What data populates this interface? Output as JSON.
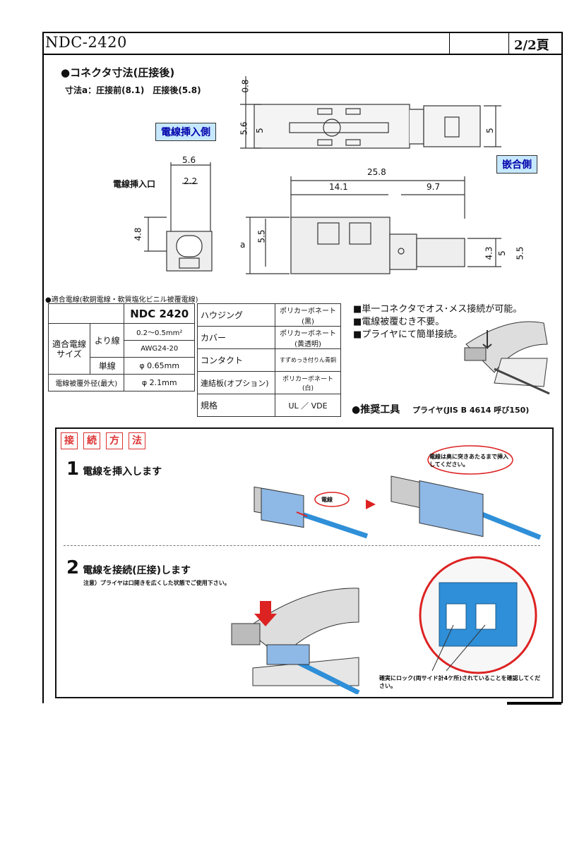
{
  "header": {
    "title": "NDC-2420",
    "page": "2/2頁"
  },
  "section1": {
    "heading": "●コネクタ寸法(圧接後)",
    "dim_note": "寸法a：圧接前(8.1)　圧接後(5.8)",
    "tag_insert_side": "電線挿入側",
    "tag_mating_side": "嵌合側",
    "label_inlet": "電線挿入口",
    "dims": {
      "d08": "0.8",
      "d56v": "5.6",
      "d5a": "5",
      "d5b": "5",
      "d56": "5.6",
      "d22": "2.2",
      "d48": "4.8",
      "d258": "25.8",
      "d141": "14.1",
      "d97": "9.7",
      "d55a": "5.5",
      "da": "a",
      "d43": "4.3",
      "d5c": "5",
      "d55b": "5.5"
    }
  },
  "wire_table": {
    "caption": "●適合電線(軟銅電線・軟質塩化ビニル被覆電線)",
    "model": "NDC 2420",
    "size_label": "適合電線サイズ",
    "stranded": "より線",
    "stranded_mm": "0.2〜0.5mm²",
    "stranded_awg": "AWG24-20",
    "solid": "単線",
    "solid_val": "φ 0.65mm",
    "outer_label": "電線被覆外径(最大)",
    "outer_val": "φ 2.1mm"
  },
  "material_table": [
    {
      "part": "ハウジング",
      "material": "ポリカーボネート(黒)"
    },
    {
      "part": "カバー",
      "material": "ポリカーボネート(黄透明)"
    },
    {
      "part": "コンタクト",
      "material": "すずめっき付りん青銅"
    },
    {
      "part": "連結板(オプション)",
      "material": "ポリカーボネート(白)"
    },
    {
      "part": "規格",
      "material": "UL ／ VDE"
    }
  ],
  "features": [
    "■単一コネクタでオス･メス接続が可能。",
    "■電線被覆むき不要。",
    "■プライヤにて簡単接続。"
  ],
  "tool": {
    "label": "●推奨工具",
    "value": "プライヤ(JIS B 4614 呼び150)"
  },
  "method": {
    "title_chars": [
      "接",
      "続",
      "方",
      "法"
    ],
    "step1_num": "1",
    "step1_text": "電線を挿入します",
    "step1_callout_wire": "電線",
    "step1_callout_note": "電線は奥に突きあたるまで挿入してください。",
    "step2_num": "2",
    "step2_text": "電線を接続(圧接)します",
    "step2_note": "注意）プライヤは口開きを広くした状態でご使用下さい。",
    "step2_callout": "確実にロック(両サイド計4ケ所)されていることを確認してください。"
  },
  "colors": {
    "tag_bg": "#c6e8ff",
    "accent_red": "#dd2222",
    "connector_blue": "#2f8fd8"
  }
}
